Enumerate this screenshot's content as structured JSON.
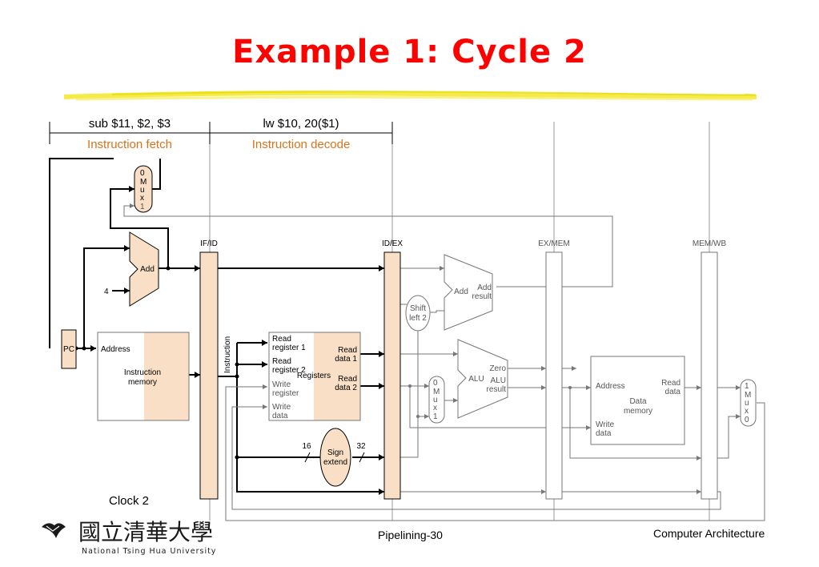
{
  "title": "Example 1: Cycle 2",
  "stages": {
    "fetch": {
      "instruction": "sub $11, $2, $3",
      "name": "Instruction fetch"
    },
    "decode": {
      "instruction": "lw $10, 20($1)",
      "name": "Instruction decode"
    }
  },
  "pipeline_registers": [
    "IF/ID",
    "ID/EX",
    "EX/MEM",
    "MEM/WB"
  ],
  "components": {
    "pc": "PC",
    "add_if": "Add",
    "const4": "4",
    "mux_top": [
      "0",
      "M",
      "u",
      "x",
      "1"
    ],
    "imem": {
      "address": "Address",
      "name_l1": "Instruction",
      "name_l2": "memory"
    },
    "instruction": "Instruction",
    "regs": {
      "read_reg1_l1": "Read",
      "read_reg1_l2": "register 1",
      "read_reg2_l1": "Read",
      "read_reg2_l2": "register 2",
      "write_reg_l1": "Write",
      "write_reg_l2": "register",
      "write_data_l1": "Write",
      "write_data_l2": "data",
      "read_data1_l1": "Read",
      "read_data1_l2": "data 1",
      "read_data2_l1": "Read",
      "read_data2_l2": "data 2",
      "name": "Registers"
    },
    "sign_extend": {
      "l1": "Sign",
      "l2": "extend",
      "in_bits": "16",
      "out_bits": "32"
    },
    "shift": {
      "l1": "Shift",
      "l2": "left 2"
    },
    "add_ex": {
      "name": "Add",
      "result_l1": "Add",
      "result_l2": "result"
    },
    "mux_ex": [
      "0",
      "M",
      "u",
      "x",
      "1"
    ],
    "alu": {
      "name": "ALU",
      "zero": "Zero",
      "result_l1": "ALU",
      "result_l2": "result"
    },
    "dmem": {
      "address": "Address",
      "read_l1": "Read",
      "read_l2": "data",
      "name_l1": "Data",
      "name_l2": "memory",
      "write_l1": "Write",
      "write_l2": "data"
    },
    "mux_wb": [
      "1",
      "M",
      "u",
      "x",
      "0"
    ]
  },
  "clock": "Clock 2",
  "logo": {
    "chinese": "國立清華大學",
    "english": "National Tsing Hua University"
  },
  "footer": {
    "page": "Pipelining-30",
    "course": "Computer Architecture"
  },
  "colors": {
    "title": "#ff0000",
    "stage": "#d9731a",
    "fill": "#f9dfc5",
    "highlight": "#f2e82a"
  }
}
